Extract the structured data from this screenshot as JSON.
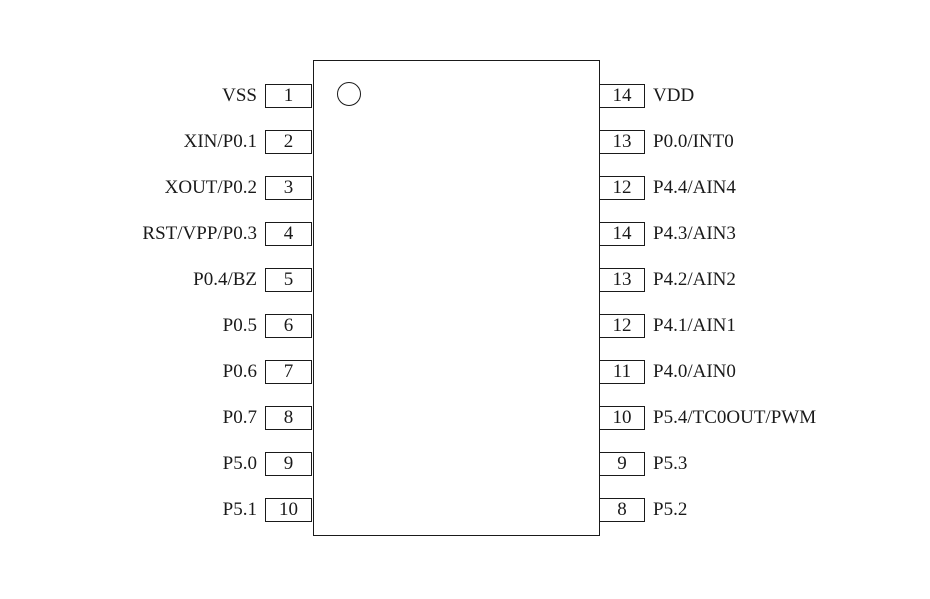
{
  "diagram": {
    "type": "ic-pinout",
    "colors": {
      "line": "#1a1a1a",
      "background": "#ffffff"
    },
    "icons": {
      "pin1_indicator": "circle-outline"
    }
  },
  "pins": {
    "left": [
      {
        "label": "VSS",
        "number": "1"
      },
      {
        "label": "XIN/P0.1",
        "number": "2"
      },
      {
        "label": "XOUT/P0.2",
        "number": "3"
      },
      {
        "label": "RST/VPP/P0.3",
        "number": "4"
      },
      {
        "label": "P0.4/BZ",
        "number": "5"
      },
      {
        "label": "P0.5",
        "number": "6"
      },
      {
        "label": "P0.6",
        "number": "7"
      },
      {
        "label": "P0.7",
        "number": "8"
      },
      {
        "label": "P5.0",
        "number": "9"
      },
      {
        "label": "P5.1",
        "number": "10"
      }
    ],
    "right": [
      {
        "number": "14",
        "label": "VDD"
      },
      {
        "number": "13",
        "label": "P0.0/INT0"
      },
      {
        "number": "12",
        "label": "P4.4/AIN4"
      },
      {
        "number": "14",
        "label": "P4.3/AIN3"
      },
      {
        "number": "13",
        "label": "P4.2/AIN2"
      },
      {
        "number": "12",
        "label": "P4.1/AIN1"
      },
      {
        "number": "11",
        "label": "P4.0/AIN0"
      },
      {
        "number": "10",
        "label": "P5.4/TC0OUT/PWM"
      },
      {
        "number": "9",
        "label": "P5.3"
      },
      {
        "number": "8",
        "label": "P5.2"
      }
    ]
  }
}
